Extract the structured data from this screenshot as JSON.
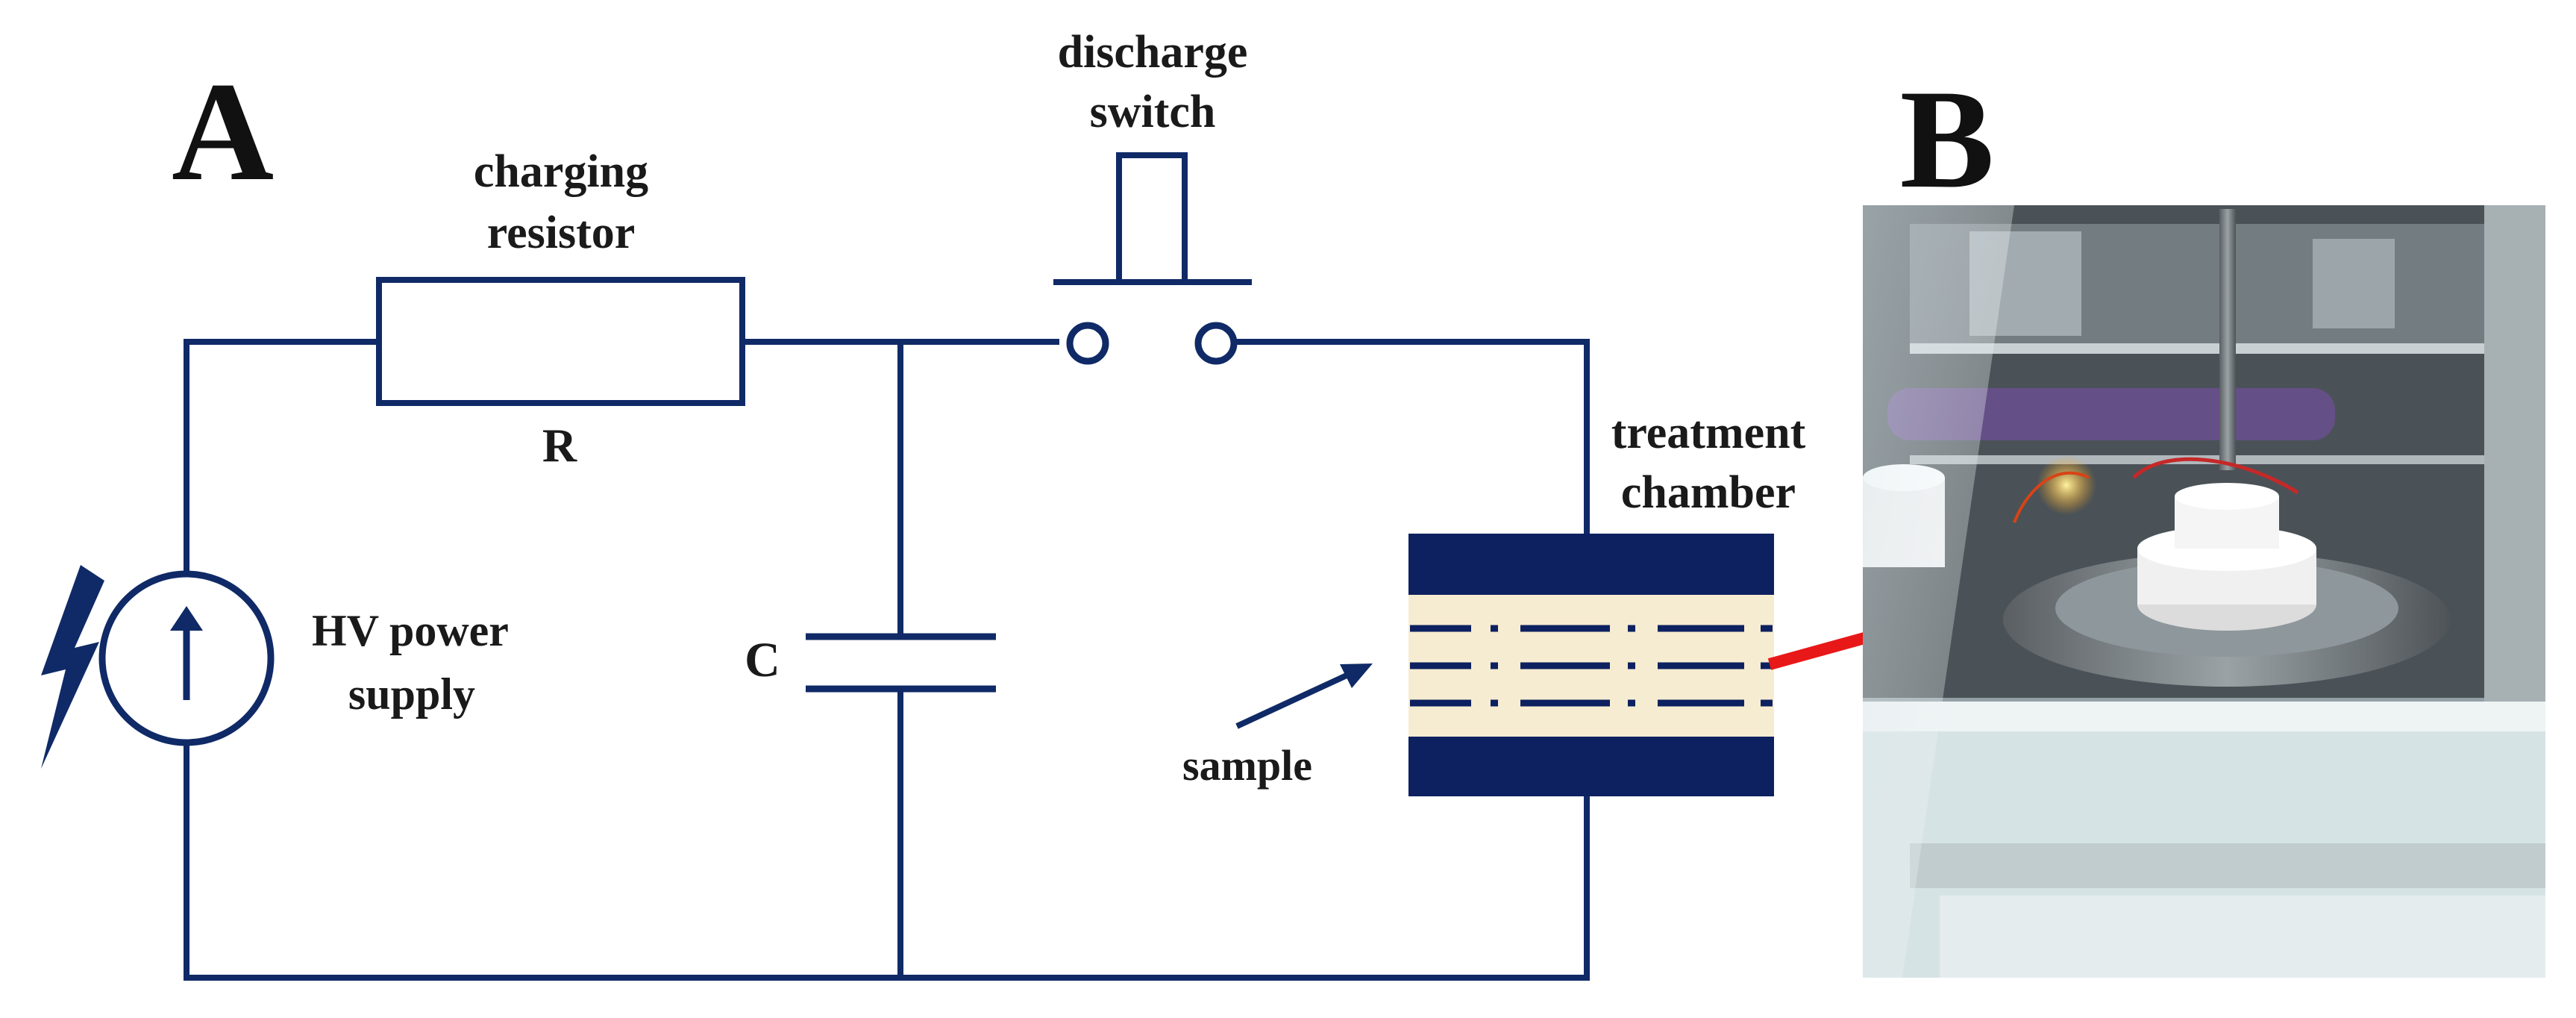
{
  "panels": {
    "a": "A",
    "b": "B"
  },
  "labels": {
    "discharge_switch_line1": "discharge",
    "discharge_switch_line2": "switch",
    "charging_resistor_line1": "charging",
    "charging_resistor_line2": "resistor",
    "resistor": "R",
    "capacitor": "C",
    "power_supply_line1": "HV power",
    "power_supply_line2": "supply",
    "treatment_chamber_line1": "treatment",
    "treatment_chamber_line2": "chamber",
    "sample": "sample"
  },
  "colors": {
    "wire": "#0f2a66",
    "electrode": "#0d2160",
    "sample_fill": "#f6ecd1",
    "arrow": "#e81818",
    "label": "#1a1a1a"
  }
}
